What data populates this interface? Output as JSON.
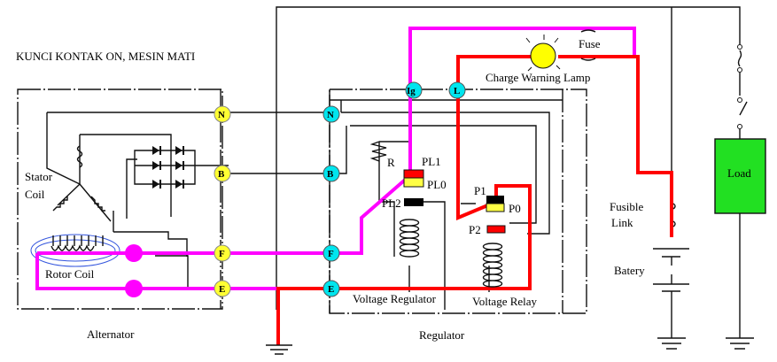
{
  "title": "KUNCI KONTAK ON, MESIN MATI",
  "colors": {
    "alternator_terminal": "#ffff33",
    "regulator_terminal": "#00e5ee",
    "field_circuit": "#ff00ff",
    "lamp_circuit": "#ff0000",
    "lamp": "#ffff00",
    "load": "#22e022",
    "contact_yellow": "#ffff44",
    "contact_black": "#000000",
    "contact_red": "#ff0000"
  },
  "alternator": {
    "label": "Alternator",
    "stator_label_1": "Stator",
    "stator_label_2": "Coil",
    "rotor_label": "Rotor Coil",
    "terminals": [
      "N",
      "B",
      "F",
      "E"
    ]
  },
  "regulator": {
    "label": "Regulator",
    "terminals": [
      "N",
      "B",
      "F",
      "E",
      "Ig",
      "L"
    ],
    "resistor_label": "R",
    "contacts": [
      "PL1",
      "PL0",
      "PL2",
      "P1",
      "P0",
      "P2"
    ],
    "voltage_regulator_label": "Voltage Regulator",
    "voltage_relay_label": "Voltage Relay"
  },
  "external": {
    "lamp_label": "Charge Warning Lamp",
    "fuse_label": "Fuse",
    "fusible_link_label_1": "Fusible",
    "fusible_link_label_2": "Link",
    "battery_label": "Batery",
    "load_label": "Load"
  }
}
